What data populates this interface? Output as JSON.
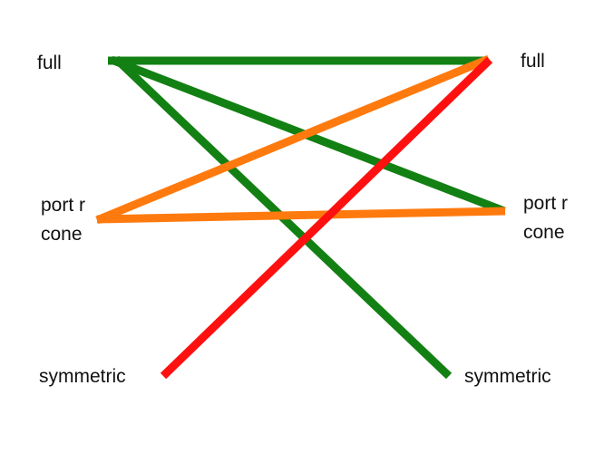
{
  "nodes": {
    "left": {
      "full": "full",
      "port_line1": "port r",
      "port_line2": "cone",
      "symmetric": "symmetric"
    },
    "right": {
      "full": "full",
      "port_line1": "port r",
      "port_line2": "cone",
      "symmetric": "symmetric"
    }
  },
  "colors": {
    "green": "#138013",
    "orange": "#ff7a0e",
    "red": "#ff1010"
  },
  "connections": [
    {
      "from": "left.full",
      "to": "right.full",
      "color": "green"
    },
    {
      "from": "left.full",
      "to": "right.port_restricted_cone",
      "color": "green"
    },
    {
      "from": "left.full",
      "to": "right.symmetric",
      "color": "green"
    },
    {
      "from": "left.port_restricted_cone",
      "to": "right.full",
      "color": "orange"
    },
    {
      "from": "left.port_restricted_cone",
      "to": "right.port_restricted_cone",
      "color": "orange"
    },
    {
      "from": "left.symmetric",
      "to": "right.full",
      "color": "red"
    }
  ]
}
